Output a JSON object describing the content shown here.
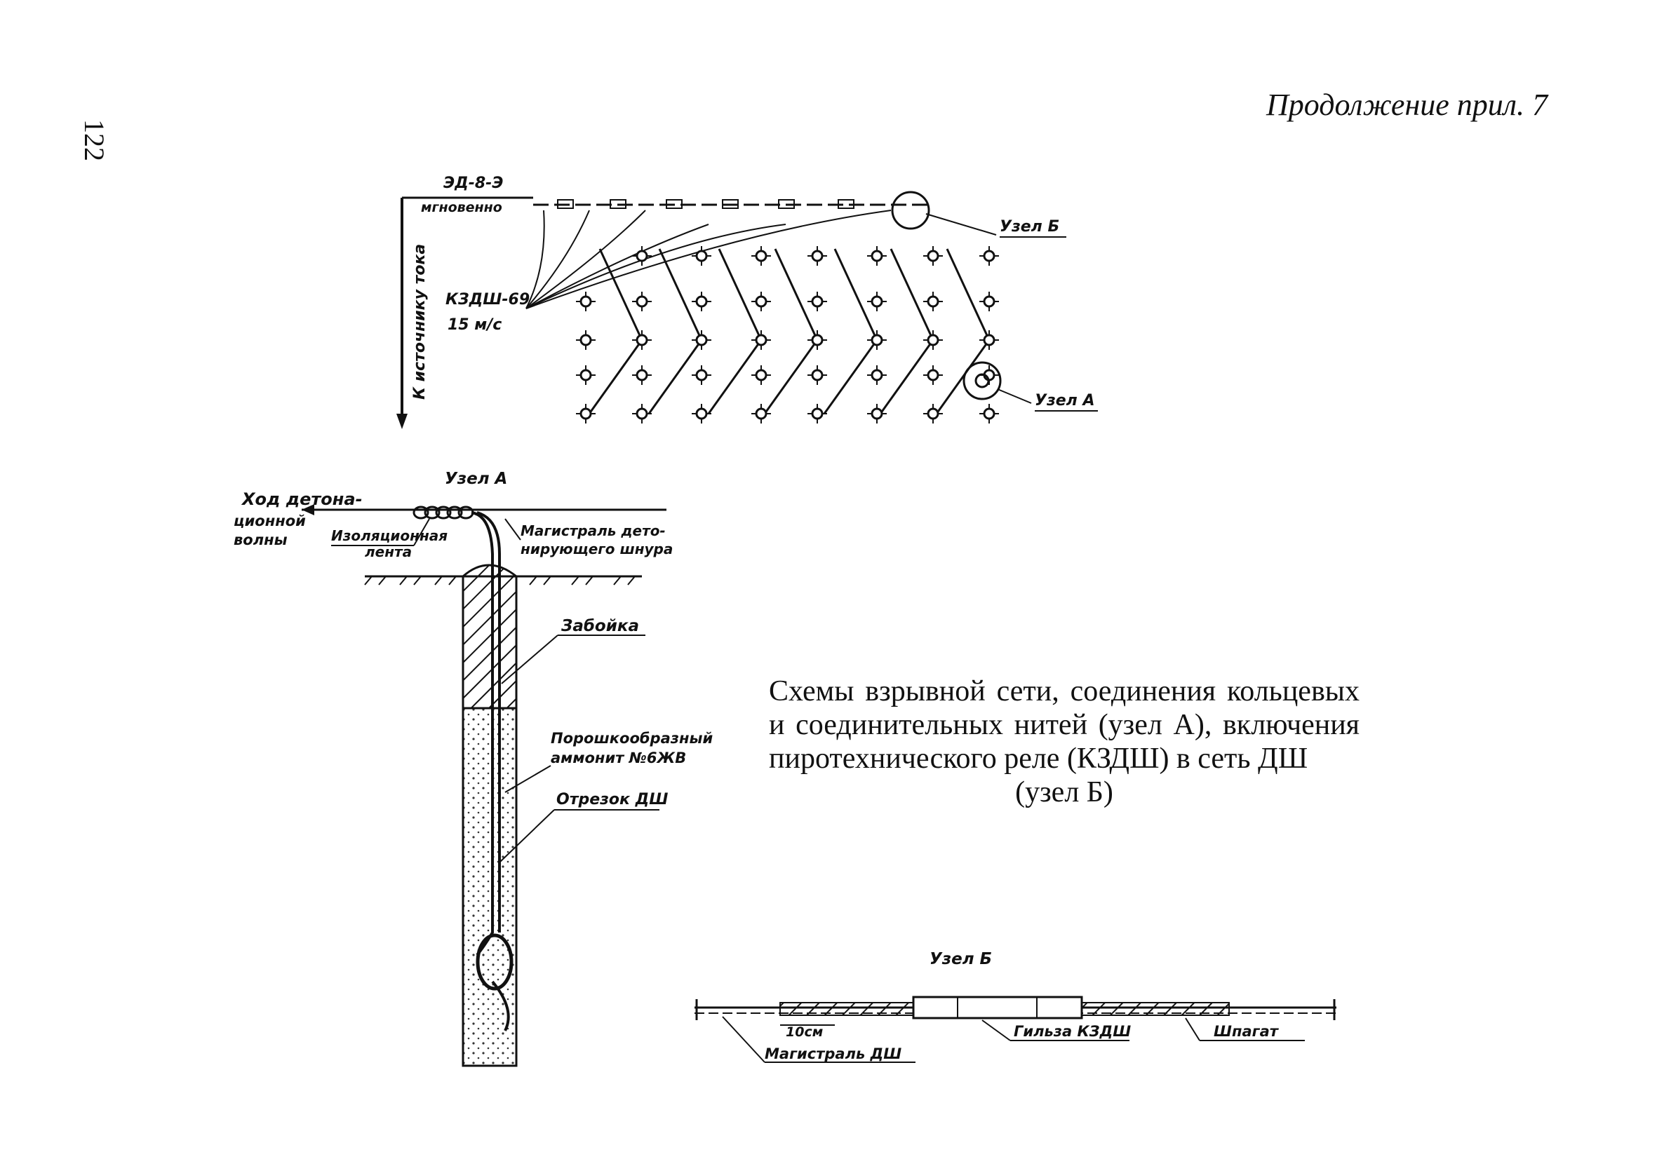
{
  "header": {
    "page_number": "122",
    "running_head": "Продолжение прил. 7"
  },
  "network_diagram": {
    "detonator_label": "ЭД-8-Э",
    "detonator_note": "мгновенно",
    "source_label": "К источнику тока",
    "relay_label": "КЗДШ-69",
    "relay_speed": "15 м/с",
    "node_b_label": "Узел Б",
    "node_a_label": "Узел А"
  },
  "node_a": {
    "title": "Узел А",
    "wave_label_1": "Ход детона-",
    "wave_label_2": "ционной",
    "wave_label_3": "волны",
    "tape_label_1": "Изоляционная",
    "tape_label_2": "лента",
    "trunk_label_1": "Магистраль дето-",
    "trunk_label_2": "нирующего шнура",
    "stemming_label": "Забойка",
    "explosive_label_1": "Порошкообразный",
    "explosive_label_2": "аммонит №6ЖВ",
    "cord_segment_label": "Отрезок ДШ"
  },
  "node_b": {
    "title": "Узел Б",
    "dimension_label": "10см",
    "trunk_label": "Магистраль ДШ",
    "sleeve_label": "Гильза КЗДШ",
    "twine_label": "Шпагат"
  },
  "caption": {
    "main": "Схемы взрывной сети, соединения кольцевых и соединительных нитей (узел А), включения пиротехнического реле (КЗДШ) в сеть ДШ",
    "last_line": "(узел Б)"
  }
}
